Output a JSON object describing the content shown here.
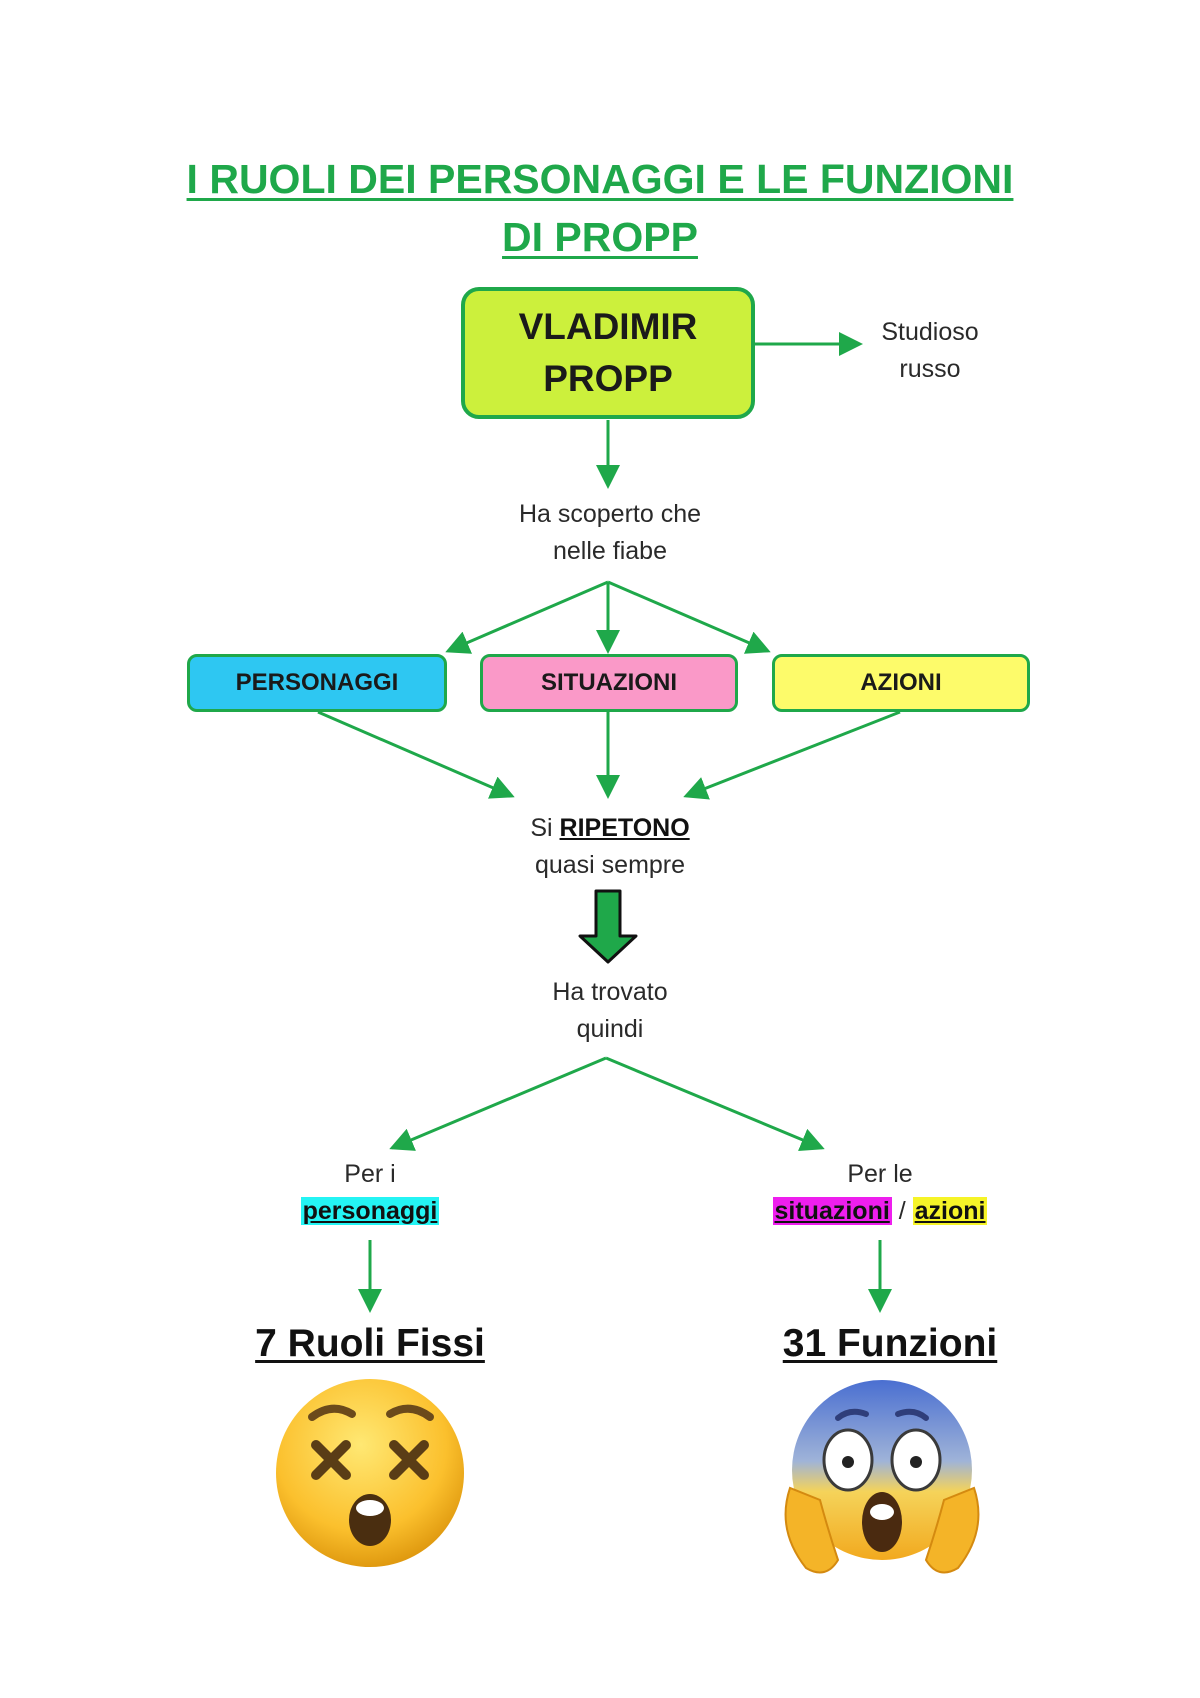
{
  "title": {
    "line1": "I RUOLI DEI PERSONAGGI E LE FUNZIONI",
    "line2": "DI PROPP"
  },
  "propp": {
    "line1": "VLADIMIR",
    "line2": "PROPP"
  },
  "studioso": {
    "line1": "Studioso",
    "line2": "russo"
  },
  "scoperto": {
    "line1": "Ha scoperto che",
    "line2": "nelle fiabe"
  },
  "categories": {
    "personaggi": "PERSONAGGI",
    "situazioni": "SITUAZIONI",
    "azioni": "AZIONI"
  },
  "ripetono": {
    "prefix": "Si ",
    "strong": "RIPETONO",
    "line2": "quasi sempre"
  },
  "trovato": {
    "line1": "Ha trovato",
    "line2": "quindi"
  },
  "left_branch": {
    "line1": "Per i",
    "highlight": "personaggi",
    "result": "7 Ruoli Fissi"
  },
  "right_branch": {
    "line1": "Per le",
    "highlight1": "situazioni",
    "separator": " / ",
    "highlight2": "azioni",
    "result": "31 Funzioni"
  },
  "colors": {
    "accent_green": "#1fa84a",
    "propp_box": "#ccf03c",
    "personaggi_box": "#2ec7f2",
    "situazioni_box": "#fa99c8",
    "azioni_box": "#fdfb6a",
    "highlight_cyan": "#24f4f4",
    "highlight_magenta": "#ee1eee",
    "highlight_yellow": "#f6f428"
  },
  "icons": [
    "dizzy-face-icon",
    "screaming-face-icon"
  ]
}
